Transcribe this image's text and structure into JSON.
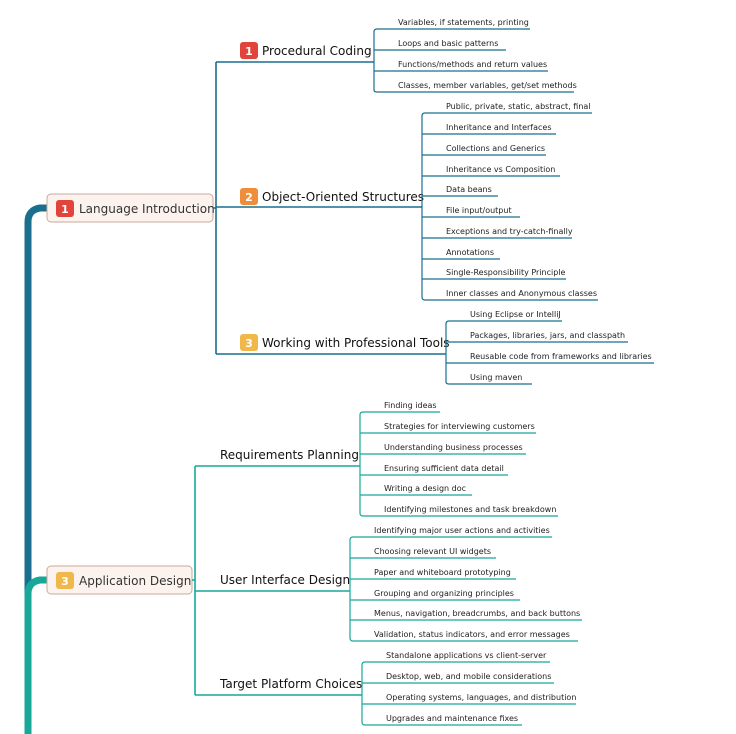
{
  "colors": {
    "blue_branch": "#1a6f8f",
    "teal_branch": "#17a89a",
    "badge_red": "#e0443a",
    "badge_orange": "#ef8e3a",
    "badge_yellow": "#f0b84a",
    "root_fill": "#fcf3ee",
    "root_border": "#c9a99a"
  },
  "topics": [
    {
      "badge": "1",
      "badge_color": "red",
      "label": "Language Introduction",
      "branch_color": "blue",
      "children": [
        {
          "badge": "1",
          "badge_color": "red",
          "label": "Procedural Coding",
          "items": [
            "Variables, if statements, printing",
            "Loops and basic patterns",
            "Functions/methods and return values",
            "Classes, member variables, get/set methods"
          ]
        },
        {
          "badge": "2",
          "badge_color": "orange",
          "label": "Object-Oriented Structures",
          "items": [
            "Public, private, static, abstract, final",
            "Inheritance and Interfaces",
            "Collections and Generics",
            "Inheritance vs Composition",
            "Data beans",
            "File input/output",
            "Exceptions and try-catch-finally",
            "Annotations",
            "Single-Responsibility Principle",
            "Inner classes and Anonymous classes"
          ]
        },
        {
          "badge": "3",
          "badge_color": "yellow",
          "label": "Working with Professional Tools",
          "items": [
            "Using Eclipse or IntelliJ",
            "Packages, libraries, jars, and classpath",
            "Reusable code from frameworks and libraries",
            "Using maven"
          ]
        }
      ]
    },
    {
      "badge": "3",
      "badge_color": "yellow",
      "label": "Application Design",
      "branch_color": "teal",
      "children": [
        {
          "label": "Requirements Planning",
          "items": [
            "Finding ideas",
            "Strategies for interviewing customers",
            "Understanding business processes",
            "Ensuring sufficient data detail",
            "Writing a design doc",
            "Identifying milestones and task breakdown"
          ]
        },
        {
          "label": "User Interface Design",
          "items": [
            "Identifying major user actions and activities",
            "Choosing relevant UI widgets",
            "Paper and whiteboard prototyping",
            "Grouping and organizing principles",
            "Menus, navigation, breadcrumbs, and back buttons",
            "Validation, status indicators, and error messages"
          ]
        },
        {
          "label": "Target Platform Choices",
          "items": [
            "Standalone applications vs client-server",
            "Desktop, web, and mobile considerations",
            "Operating systems, languages, and distribution",
            "Upgrades and maintenance fixes"
          ]
        }
      ]
    }
  ]
}
